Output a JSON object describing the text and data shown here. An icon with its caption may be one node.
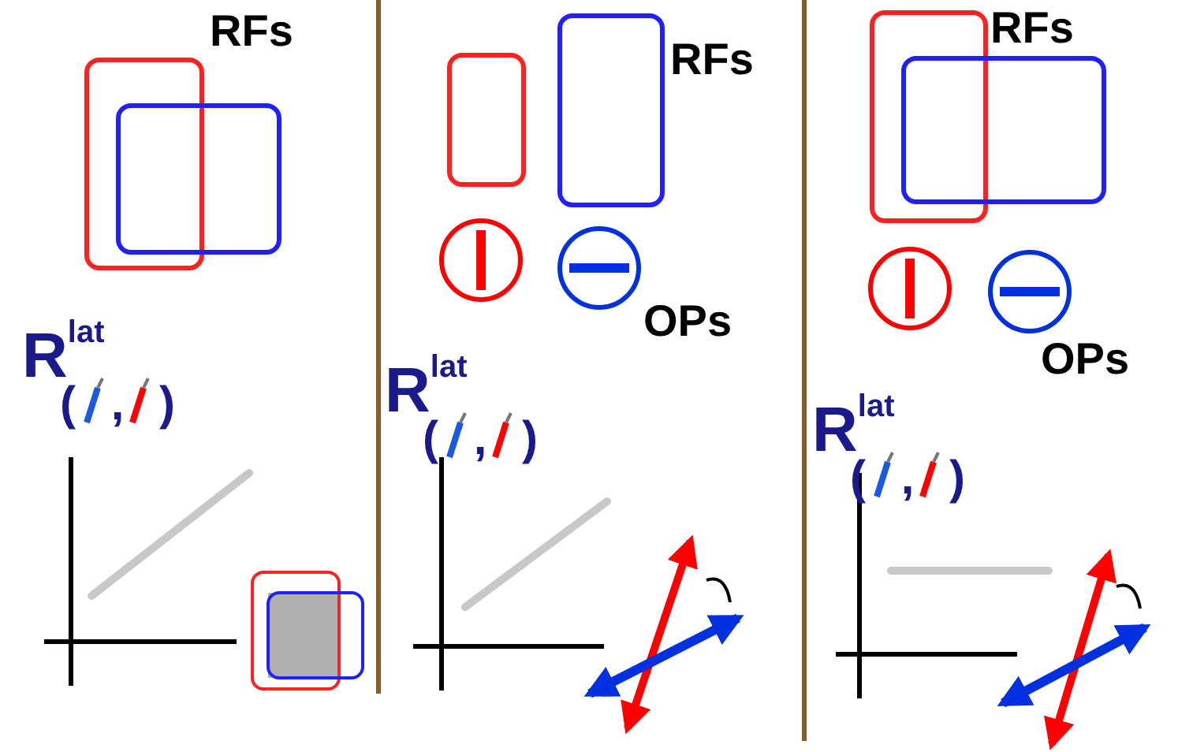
{
  "diagram": {
    "labels": [
      "RFs",
      "R$^{lat}$",
      "( , )",
      "RFs",
      "OPs",
      "R$^{lat}$",
      "( , )",
      "RFs",
      "OPs",
      "R$^{lat}$",
      "( , )"
    ]
  }
}
